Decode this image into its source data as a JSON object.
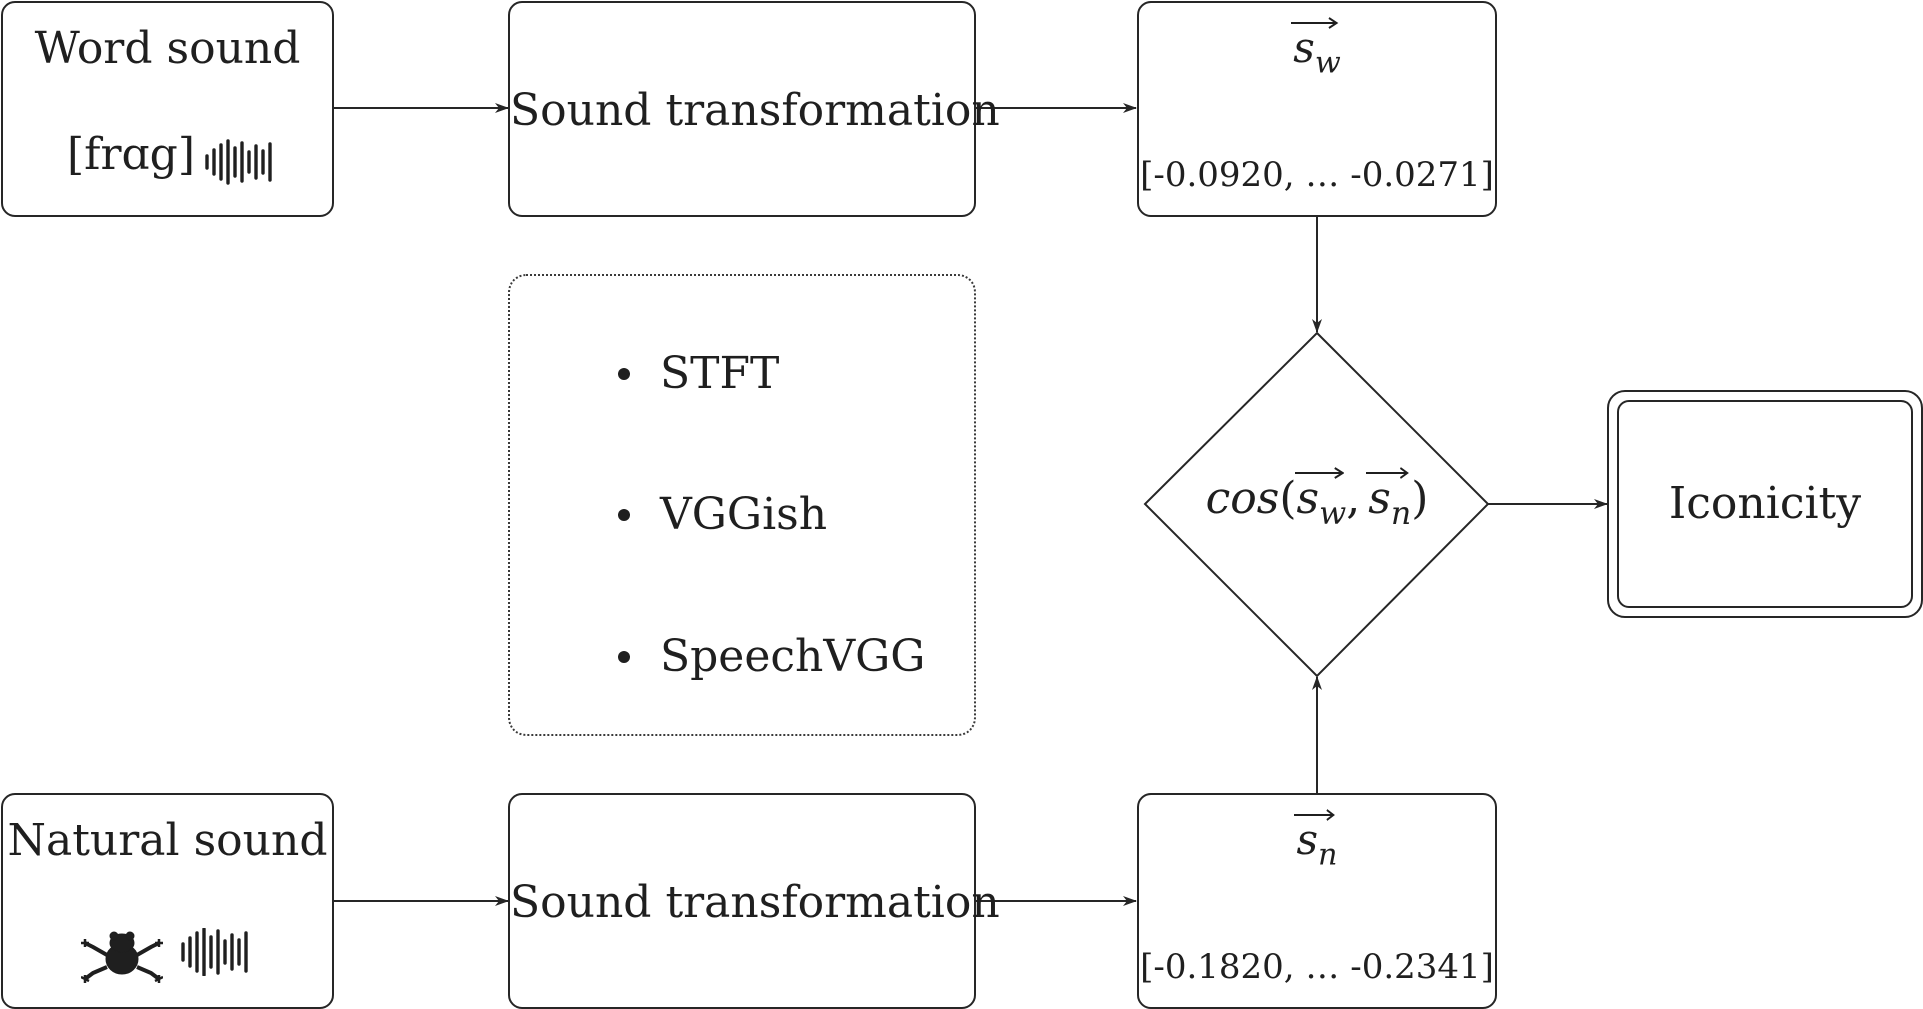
{
  "word_sound": {
    "title": "Word sound",
    "ipa": "[frɑg]",
    "waveform_icon": "audio-waveform-icon"
  },
  "natural_sound": {
    "title": "Natural sound",
    "frog_icon": "frog-icon",
    "waveform_icon": "audio-waveform-icon"
  },
  "transform_top": {
    "label": "Sound transformation"
  },
  "transform_bottom": {
    "label": "Sound transformation"
  },
  "vector_w": {
    "symbol": "s",
    "subscript": "w",
    "values": "[-0.0920, … -0.0271]"
  },
  "vector_n": {
    "symbol": "s",
    "subscript": "n",
    "values": "[-0.1820, … -0.2341]"
  },
  "methods": {
    "items": [
      "STFT",
      "VGGish",
      "SpeechVGG"
    ]
  },
  "similarity": {
    "func": "cos",
    "open": "(",
    "sep": ",",
    "close": ")",
    "sym": "s",
    "sub1": "w",
    "sub2": "n"
  },
  "result": {
    "label": "Iconicity"
  }
}
